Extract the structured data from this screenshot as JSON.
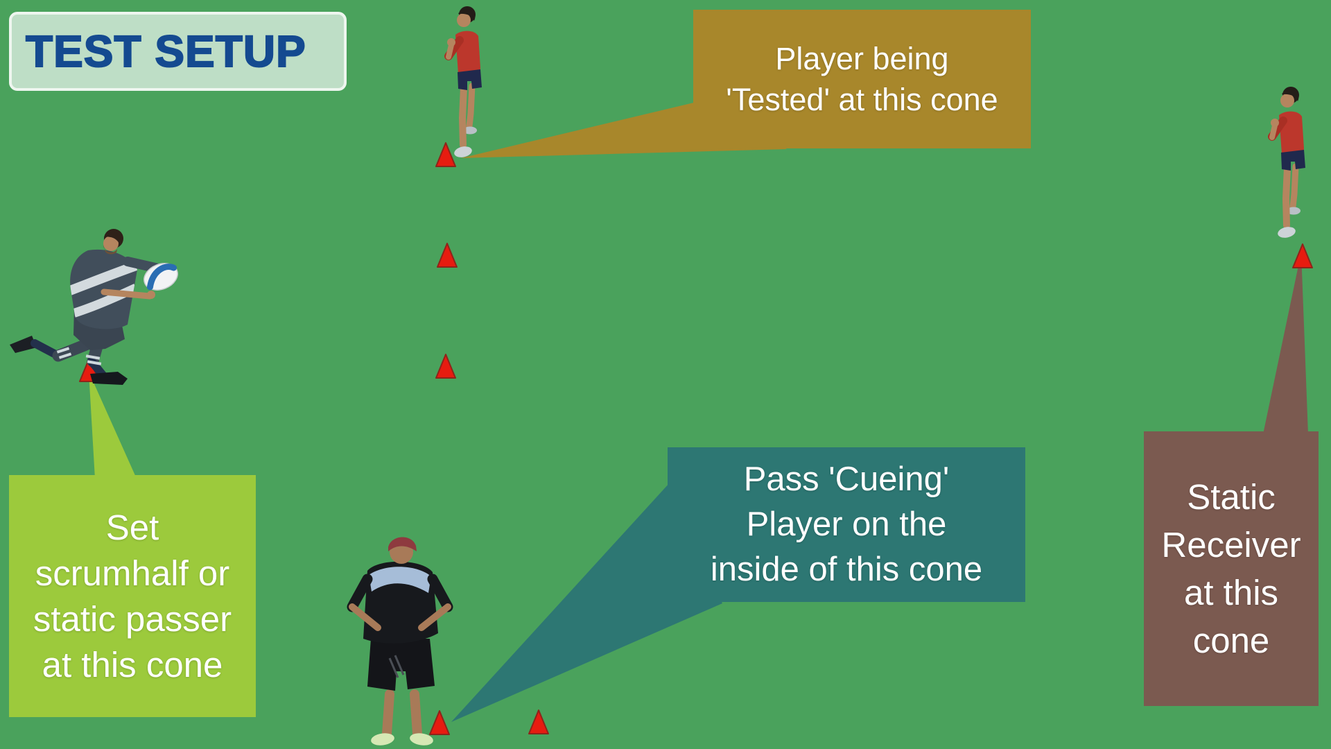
{
  "scene": {
    "background_color": "#4aa25c",
    "cone_color": "#e71c10",
    "cone_count": 7
  },
  "title": {
    "label": "TEST SETUP",
    "bg_color": "#bedec6",
    "text_color": "#144a90",
    "border_color": "#eef6ef"
  },
  "callouts": {
    "tested": {
      "lines": [
        "Player being",
        "'Tested' at this cone"
      ],
      "bg_color": "#a8872b",
      "text_color": "#ffffff"
    },
    "cueing": {
      "lines": [
        "Pass 'Cueing'",
        "Player on the",
        "inside of this cone"
      ],
      "bg_color": "#2d7773",
      "text_color": "#ffffff"
    },
    "passer": {
      "lines": [
        "Set",
        "scrumhalf or",
        "static passer",
        "at this cone"
      ],
      "bg_color": "#9cca3c",
      "text_color": "#ffffff"
    },
    "receiver": {
      "lines": [
        "Static",
        "Receiver",
        "at this",
        "cone"
      ],
      "bg_color": "#7b5a50",
      "text_color": "#ffffff"
    }
  },
  "figures": {
    "tested_player": "player-being-tested",
    "passer_player": "scrumhalf-static-passer",
    "cueing_player": "pass-cueing-player",
    "receiver_player": "static-receiver"
  }
}
